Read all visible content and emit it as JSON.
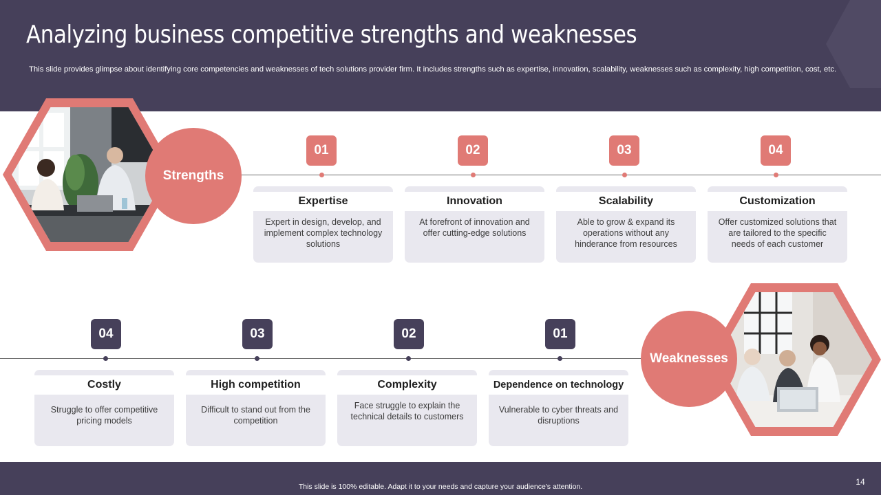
{
  "header": {
    "title": "Analyzing business competitive strengths and weaknesses",
    "subtitle": "This slide provides glimpse about identifying core competencies and weaknesses of tech solutions provider firm. It includes strengths such as expertise, innovation, scalability, weaknesses such as complexity, high competition, cost, etc."
  },
  "colors": {
    "header_bg": "#46405a",
    "accent_coral": "#e07a75",
    "card_bg": "#e9e8ef"
  },
  "strengths": {
    "label": "Strengths",
    "items": [
      {
        "num": "01",
        "title": "Expertise",
        "desc": "Expert in design, develop, and implement complex technology solutions"
      },
      {
        "num": "02",
        "title": "Innovation",
        "desc": "At forefront of innovation and offer cutting-edge solutions"
      },
      {
        "num": "03",
        "title": "Scalability",
        "desc": "Able to grow & expand its operations without any hinderance from resources"
      },
      {
        "num": "04",
        "title": "Customization",
        "desc": "Offer customized solutions that are tailored to the specific needs of each customer"
      }
    ]
  },
  "weaknesses": {
    "label": "Weaknesses",
    "items": [
      {
        "num": "04",
        "title": "Costly",
        "desc": "Struggle to offer competitive pricing models"
      },
      {
        "num": "03",
        "title": "High competition",
        "desc": "Difficult to stand out from the competition"
      },
      {
        "num": "02",
        "title": "Complexity",
        "desc": "Face struggle to explain the technical details to customers"
      },
      {
        "num": "01",
        "title": "Dependence on technology",
        "desc": "Vulnerable to cyber threats and disruptions"
      }
    ]
  },
  "footer": {
    "text": "This slide is 100% editable. Adapt it to your needs and capture your audience's attention.",
    "page_number": "14"
  }
}
